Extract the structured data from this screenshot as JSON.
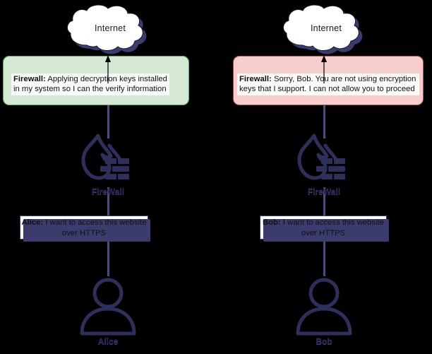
{
  "diagram": {
    "title": "HTTPS inspection by firewall - allowed vs blocked",
    "colors": {
      "background": "#000000",
      "allowed_box_fill": "#d5e8d4",
      "allowed_box_stroke": "#63a95e",
      "blocked_box_fill": "#f8cecc",
      "blocked_box_stroke": "#b85450",
      "shadow": "#3b3b6d",
      "connector_line": "#4d4d82",
      "icon_navy": "#2f2f5c",
      "cloud_fill": "#ffffff"
    },
    "scenarios": [
      {
        "id": "alice-allowed",
        "cloud_label": "Internet",
        "status": {
          "outcome": "allowed",
          "speaker": "Firewall:",
          "message": "Applying decryption keys installed\nin my system so I can the verify information"
        },
        "firewall_label": "FireWall",
        "request": {
          "speaker": "Alice:",
          "message": "I want to access this website\nover HTTPS"
        },
        "person_label": "Alice"
      },
      {
        "id": "bob-blocked",
        "cloud_label": "Internet",
        "status": {
          "outcome": "blocked",
          "speaker": "Firewall:",
          "message": "Sorry, Bob. You are not using encryption\nkeys that I support. I can not allow you to proceed"
        },
        "firewall_label": "FireWall",
        "request": {
          "speaker": "Bob:",
          "message": "I want to access this website\nover HTTPS"
        },
        "person_label": "Bob"
      }
    ],
    "icons": {
      "cloud": "cloud-icon",
      "firewall": "firewall-flame-brick-icon",
      "person": "user-person-icon",
      "arrow": "arrow-up-icon"
    }
  }
}
